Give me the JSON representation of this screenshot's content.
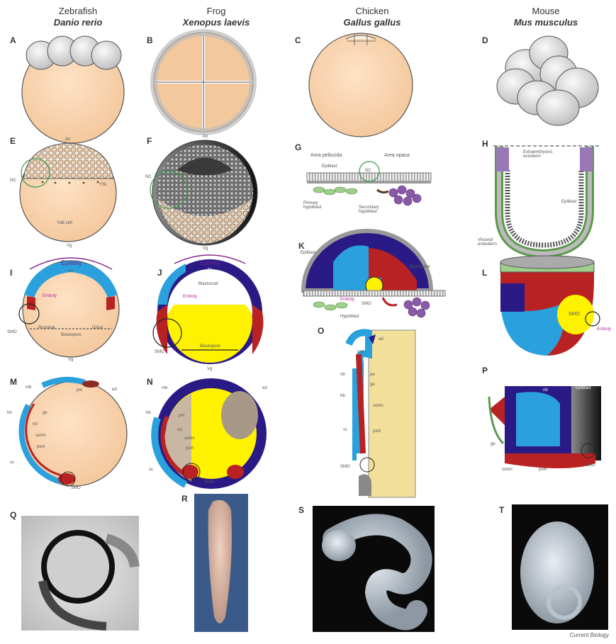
{
  "columns": [
    {
      "common": "Zebrafish",
      "species": "Danio rerio"
    },
    {
      "common": "Frog",
      "species": "Xenopus laevis"
    },
    {
      "common": "Chicken",
      "species": "Gallus gallus"
    },
    {
      "common": "Mouse",
      "species": "Mus musculus"
    }
  ],
  "panels": [
    "A",
    "B",
    "C",
    "D",
    "E",
    "F",
    "G",
    "H",
    "I",
    "J",
    "K",
    "L",
    "M",
    "N",
    "O",
    "P",
    "Q",
    "R",
    "S",
    "T"
  ],
  "labels": {
    "e_an": "An",
    "e_nc": "NC",
    "e_ysl": "YSL",
    "e_yolk": "Yolk cell",
    "e_vg": "Vg",
    "f_an": "An",
    "f_nc": "NC",
    "f_vg": "Vg",
    "g_pellucida": "Area pellucida",
    "g_opaca": "Area opaca",
    "g_epiblast": "Epiblast",
    "g_nc": "NC",
    "g_primary": "Primary hypoblast",
    "g_secondary": "Secondary hypoblast",
    "h_extra": "Extraembryonic ectoderm",
    "h_epiblast": "Epiblast",
    "h_visceral": "Visceral endoderm",
    "i_epiboly": "Epiboly",
    "i_an": "An",
    "i_emboly": "Emboly",
    "i_smo": "SMO",
    "i_proximal": "Proximal",
    "i_distal": "Distal",
    "i_blastopore": "Blastopore",
    "i_vg": "Vg",
    "j_epiboly": "Epiboly",
    "j_an": "An",
    "j_blastocoel": "Blastocoel",
    "j_emboly": "Emboly",
    "j_smo": "SMO",
    "j_blastopore": "Blastopore",
    "j_vg": "Vg",
    "k_epiblast": "Epiblast",
    "k_blastopore": "Blastopore",
    "k_emboly": "Emboly",
    "k_smo": "SMO",
    "k_hypoblast": "Hypoblast",
    "l_smo": "SMO",
    "l_emboly": "Emboly",
    "o_ad": "ad",
    "o_pm": "pm",
    "o_nb": "nb",
    "o_hb": "hb",
    "o_pe": "pe",
    "o_ge": "ge",
    "o_somn": "somn",
    "o_psm": "psm",
    "o_sc": "sc",
    "o_smo": "SMO",
    "p_epiblast": "Epiblast",
    "p_nb": "nb",
    "p_ge": "ge",
    "p_somn": "somn",
    "p_psm": "psm",
    "p_smo": "SMO",
    "m_mb": "mb",
    "m_pm": "pm",
    "m_ed": "ed",
    "m_hb": "hb",
    "m_ge": "ge",
    "m_nd": "nd",
    "m_somn": "somn",
    "m_psm": "psm",
    "m_sc": "sc",
    "m_smo": "SMO",
    "n_mb": "mb",
    "n_ed": "ed",
    "n_hb": "hb",
    "n_pm": "pm",
    "n_nd": "nd",
    "n_somn": "somn",
    "n_psm": "psm",
    "n_sc": "sc",
    "n_smo": "SMO"
  },
  "credit": "Current Biology",
  "colors": {
    "yolk": "#f7d3ad",
    "blastomere": "#e3e3e3",
    "dark_blue": "#2a1a86",
    "light_blue": "#2aa0dc",
    "red": "#b82222",
    "yellow": "#fff200",
    "green": "#9fd08a",
    "purple": "#8a5aa8",
    "tan": "#f2df9a",
    "beige": "#c9b7a3"
  }
}
